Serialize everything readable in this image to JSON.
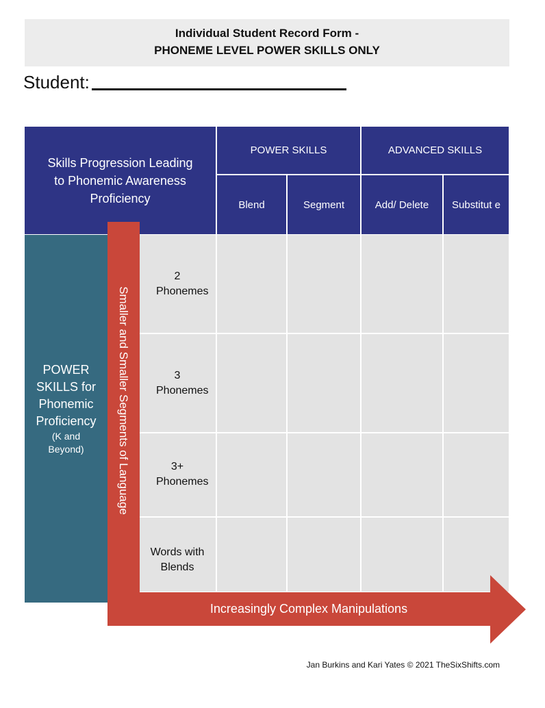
{
  "title": {
    "line1": "Individual Student Record Form -",
    "line2": "PHONEME LEVEL POWER SKILLS ONLY"
  },
  "student_label": "Student:",
  "table": {
    "corner_header": "Skills Progression Leading to Phonemic Awareness Proficiency",
    "group_headers": [
      "POWER SKILLS",
      "ADVANCED SKILLS"
    ],
    "columns": [
      "Blend",
      "Segment",
      "Add/ Delete",
      "Substitut e"
    ],
    "rows": [
      "2 Phonemes",
      "3 Phonemes",
      "3+ Phonemes",
      "Words with Blends"
    ]
  },
  "left_bar": {
    "main": "POWER SKILLS for Phonemic Proficiency",
    "sub": "(K and Beyond)"
  },
  "vertical_arrow_label": "Smaller and Smaller Segments of Language",
  "horizontal_arrow_label": "Increasingly Complex Manipulations",
  "footer": "Jan Burkins and Kari Yates © 2021 TheSixShifts.com",
  "colors": {
    "header_navy": "#2e3485",
    "left_teal": "#366a80",
    "arrow_red": "#c9473a",
    "cell_gray": "#e3e3e3"
  }
}
